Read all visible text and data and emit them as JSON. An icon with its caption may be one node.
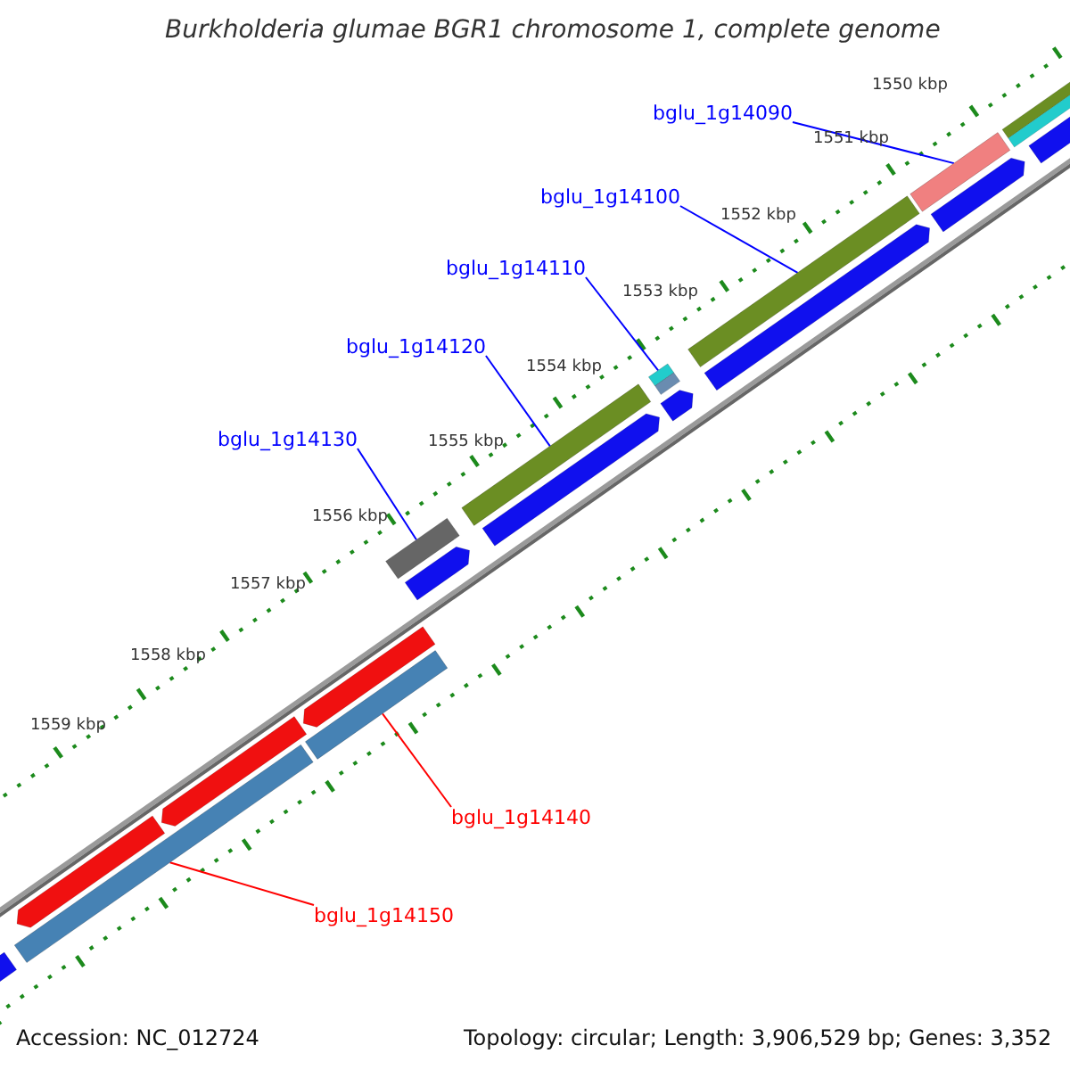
{
  "diagram": {
    "title": "Burkholderia glumae BGR1 chromosome 1, complete genome",
    "nodes": [
      {
        "text": [
          "bglu_1g14090"
        ]
      },
      {
        "text": [
          "bglu_1g14100"
        ]
      },
      {
        "text": [
          "bglu_1g14110"
        ]
      },
      {
        "text": [
          "bglu_1g14120"
        ]
      },
      {
        "text": [
          "bglu_1g14130"
        ]
      },
      {
        "text": [
          "bglu_1g14140"
        ]
      },
      {
        "text": [
          "bglu_1g14150"
        ]
      },
      {
        "text": [],
        "shape": "bar"
      },
      {
        "text": [],
        "shape": "bar"
      },
      {
        "text": [],
        "shape": "bar"
      },
      {
        "text": [],
        "shape": "bar"
      },
      {
        "text": [],
        "shape": "bar"
      },
      {
        "text": [],
        "shape": "bar"
      },
      {
        "text": [],
        "shape": "bar"
      }
    ],
    "edges": [
      {
        "from": 0,
        "to": 7,
        "arrow": "none"
      },
      {
        "from": 1,
        "to": 8,
        "arrow": "none"
      },
      {
        "from": 2,
        "to": 9,
        "arrow": "none"
      },
      {
        "from": 3,
        "to": 10,
        "arrow": "none"
      },
      {
        "from": 4,
        "to": 11,
        "arrow": "none"
      },
      {
        "from": 5,
        "to": 12,
        "arrow": "none",
        "color": "#ff0000"
      },
      {
        "from": 6,
        "to": 13,
        "arrow": "none",
        "color": "#ff0000"
      }
    ],
    "labels": [
      "1550 kbp",
      "1551 kbp",
      "1552 kbp",
      "1553 kbp",
      "1554 kbp",
      "1555 kbp",
      "1556 kbp",
      "1557 kbp",
      "1558 kbp",
      "1559 kbp",
      "Accession: NC_012724",
      "Topology: circular; Length: 3,906,529 bp; Genes: 3,352"
    ]
  }
}
